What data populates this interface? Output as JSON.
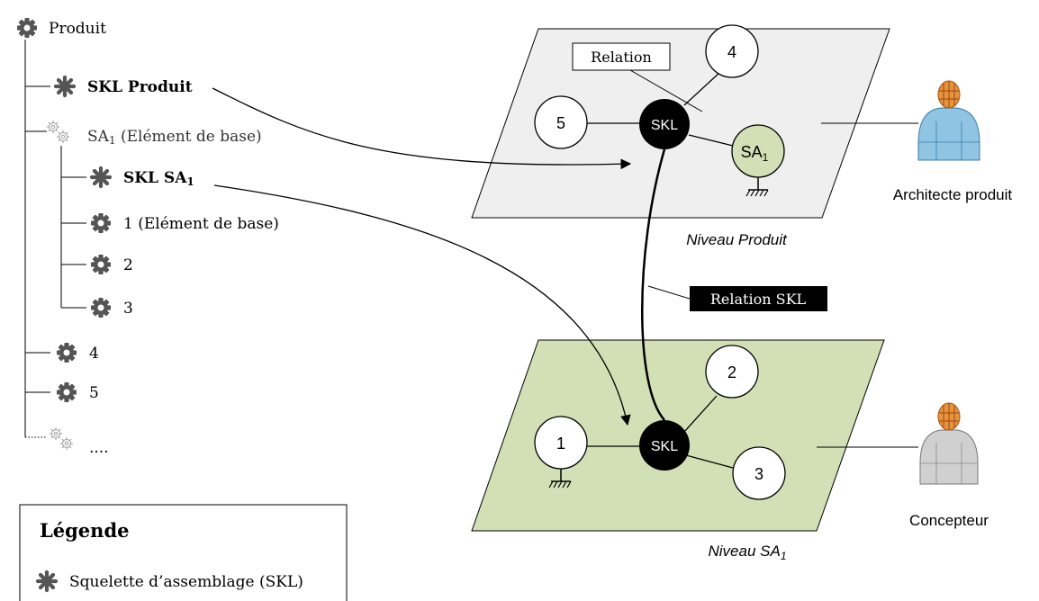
{
  "tree": {
    "root": "Produit",
    "skl_produit": "SKL Produit",
    "sa1_prefix": "SA",
    "sa1_sub": "1",
    "sa1_suffix": " (Elément de base)",
    "skl_sa1_prefix": "SKL SA",
    "skl_sa1_sub": "1",
    "item1": "1 (Elément de base)",
    "item2": "2",
    "item3": "3",
    "item4": "4",
    "item5": "5",
    "more": "...."
  },
  "legend": {
    "title": "Légende",
    "skl": "Squelette d’assemblage (SKL)"
  },
  "produit_level": {
    "relation_label": "Relation",
    "skl": "SKL",
    "node4": "4",
    "node5": "5",
    "sa1_prefix": "SA",
    "sa1_sub": "1",
    "level_label": "Niveau Produit"
  },
  "sa1_level": {
    "skl": "SKL",
    "node1": "1",
    "node2": "2",
    "node3": "3",
    "level_prefix": "Niveau SA",
    "level_sub": "1"
  },
  "relation_skl": "Relation SKL",
  "actors": {
    "architect": "Architecte produit",
    "designer": "Concepteur"
  },
  "colors": {
    "produit_plane": "#efefef",
    "sa1_plane": "#d3e0b5",
    "sa1_node": "#d3e0b5",
    "skl": "#000000",
    "gear": "#555555",
    "gear_light": "#9a9a9a"
  }
}
